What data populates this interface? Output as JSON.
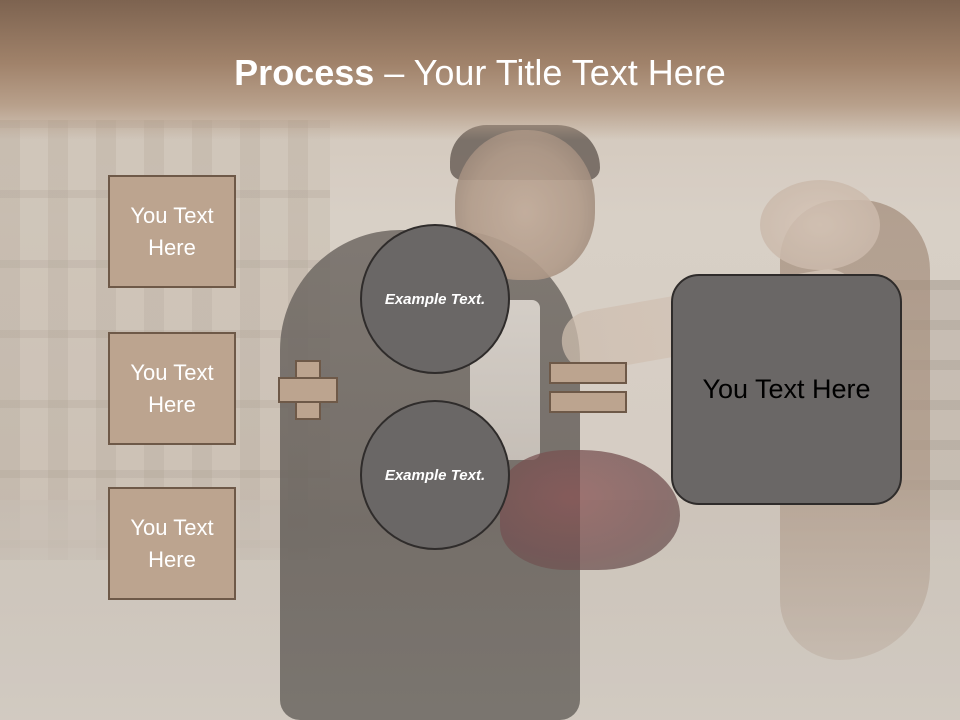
{
  "title": {
    "bold": "Process",
    "rest": " – Your Title Text Here"
  },
  "left_boxes": [
    {
      "text": "You Text Here"
    },
    {
      "text": "You Text Here"
    },
    {
      "text": "You Text Here"
    }
  ],
  "circles": [
    {
      "text": "Example Text."
    },
    {
      "text": "Example Text."
    }
  ],
  "result": {
    "text": "You Text Here"
  },
  "colors": {
    "accent_tan": "#bca48f",
    "accent_border": "#6e5948",
    "circle_gray": "#6a6766",
    "title_band": "#8a6f5b"
  }
}
